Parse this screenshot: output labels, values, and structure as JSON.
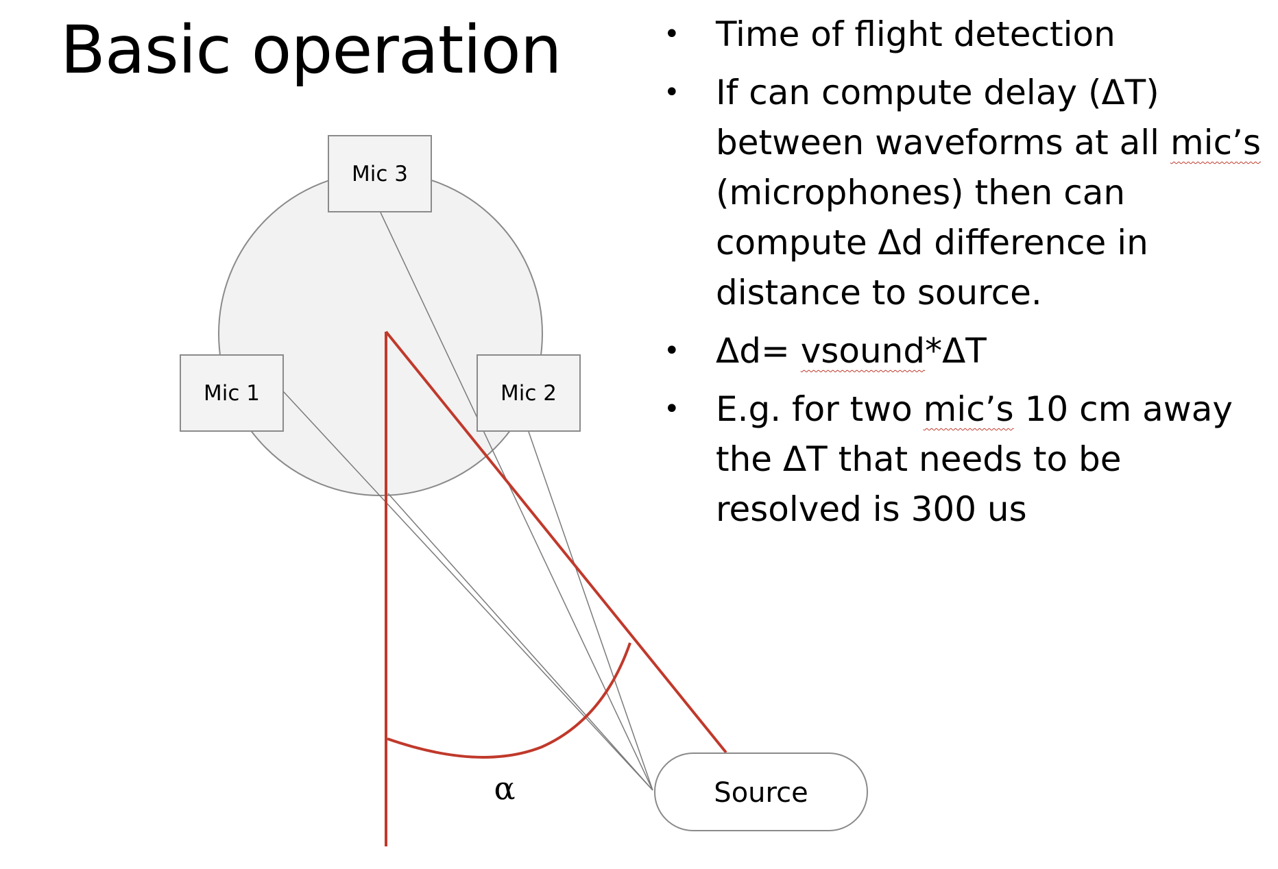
{
  "title": "Basic operation",
  "bullets": [
    {
      "parts": [
        {
          "text": "Time of flight detection"
        }
      ]
    },
    {
      "parts": [
        {
          "text": "If can compute delay (ΔT) between waveforms at all "
        },
        {
          "text": "mic’s",
          "squiggle": true
        },
        {
          "text": " (microphones) then can compute Δd difference in distance to source."
        }
      ]
    },
    {
      "parts": [
        {
          "text": "Δd= "
        },
        {
          "text": "vsound",
          "squiggle": true
        },
        {
          "text": "*ΔT"
        }
      ]
    },
    {
      "parts": [
        {
          "text": "E.g. for two "
        },
        {
          "text": "mic’s",
          "squiggle": true
        },
        {
          "text": " 10 cm away the ΔT that needs to be resolved is 300 us"
        }
      ]
    }
  ],
  "diagram": {
    "mic1": "Mic 1",
    "mic2": "Mic 2",
    "mic3": "Mic 3",
    "source": "Source",
    "angle_symbol": "α",
    "colors": {
      "angle_lines": "#c0392b",
      "ray_lines": "#7a7a7a",
      "circle_fill": "#f2f2f2"
    }
  }
}
